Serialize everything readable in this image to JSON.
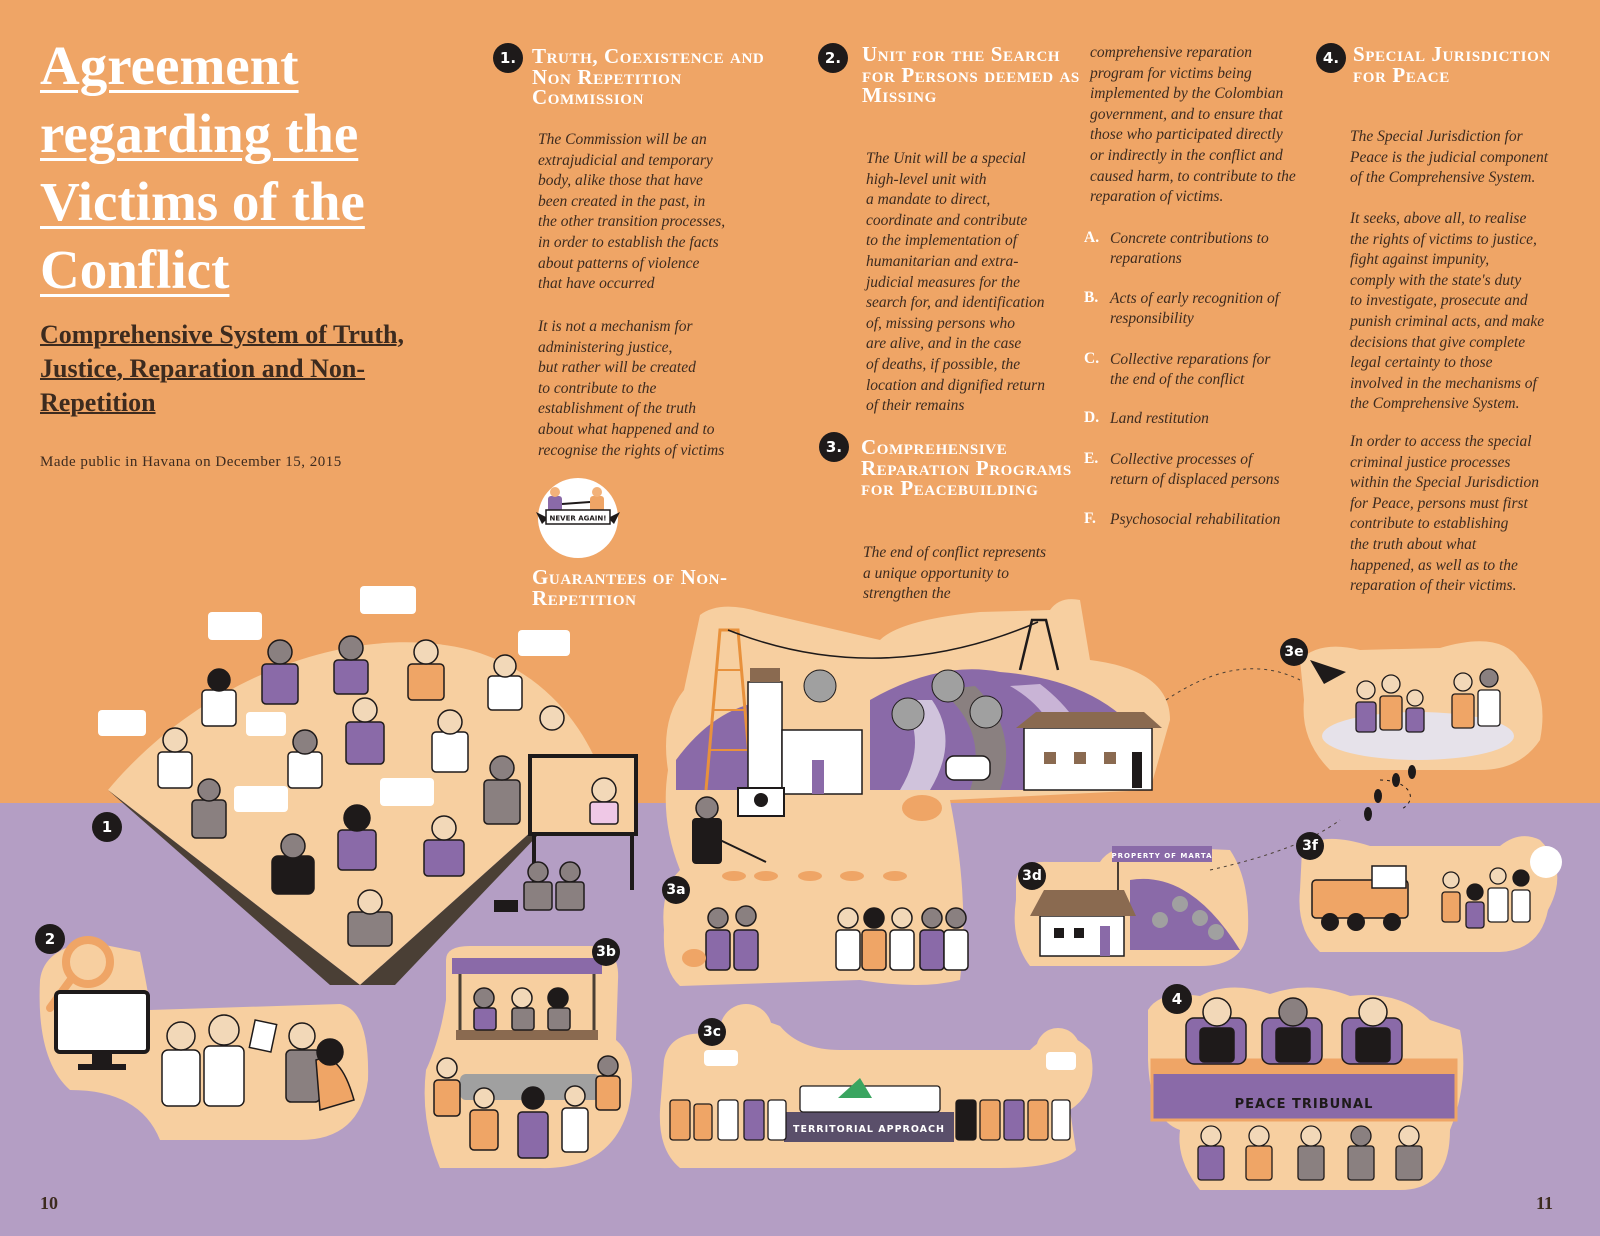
{
  "left_page": {
    "title": "Agreement regarding the Victims of the Conflict",
    "subtitle": "Comprehensive System of Truth, Justice, Reparation and Non-Repetition",
    "made_public": "Made public in Havana on December 15, 2015",
    "page_number": "10"
  },
  "sections": [
    {
      "number": "1.",
      "heading": "Truth, Coexistence and Non Repetition Commission",
      "paragraphs": [
        "The Commission will be an\nextrajudicial and temporary\nbody, alike those that have\nbeen created in the past, in\nthe other transition processes,\nin order to establish the facts\nabout patterns of violence\nthat have occurred",
        "It is not a mechanism for\nadministering justice,\nbut rather will be created\nto contribute to the\nestablishment of the truth\nabout what happened and to\nrecognise the rights of victims"
      ]
    },
    {
      "number": "2.",
      "heading": "Unit for the Search for Persons deemed as Missing",
      "paragraphs": [
        "The Unit will be a special\nhigh-level unit with\na mandate to direct,\ncoordinate and contribute\nto the implementation of\nhumanitarian and extra-\njudicial measures for the\nsearch for, and identification\nof, missing persons who\nare alive, and in the case\nof deaths, if possible, the\nlocation and dignified return\nof their remains"
      ]
    },
    {
      "number": "3.",
      "heading": "Comprehensive Reparation Programs for Peacebuilding",
      "paragraphs": [
        "The end of conflict represents\na unique opportunity to\nstrengthen the",
        "comprehensive reparation\nprogram for victims being\nimplemented by the Colombian\ngovernment, and to ensure that\nthose who participated directly\nor indirectly in the conflict and\ncaused harm, to contribute to the\nreparation of victims."
      ],
      "list": [
        {
          "letter": "A.",
          "text": "Concrete contributions to\nreparations"
        },
        {
          "letter": "B.",
          "text": "Acts of early recognition of\nresponsibility"
        },
        {
          "letter": "C.",
          "text": "Collective reparations for\nthe end of the conflict"
        },
        {
          "letter": "D.",
          "text": "Land restitution"
        },
        {
          "letter": "E.",
          "text": "Collective processes of\nreturn of displaced persons"
        },
        {
          "letter": "F.",
          "text": "Psychosocial rehabilitation"
        }
      ]
    },
    {
      "number": "4.",
      "heading": "Special Jurisdiction for Peace",
      "paragraphs": [
        "The Special Jurisdiction for\nPeace is the judicial component\nof the Comprehensive System.",
        "It seeks, above all, to realise\nthe rights of victims to justice,\nfight against impunity,\ncomply with the state's duty\nto investigate, prosecute and\npunish criminal acts, and make\ndecisions that give complete\nlegal certainty to those\ninvolved in the mechanisms of\nthe Comprehensive System.",
        "In order to access the special\ncriminal justice processes\nwithin the Special Jurisdiction\nfor Peace, persons must first\ncontribute to establishing\nthe truth about what\nhappened, as well as to the\nreparation of their victims."
      ]
    }
  ],
  "guarantees": {
    "heading": "Guarantees of Non-Repetition",
    "badge_text": "NEVER AGAIN!"
  },
  "illustration_labels": {
    "markers": [
      "1",
      "2",
      "3a",
      "3b",
      "3c",
      "3d",
      "3e",
      "3f",
      "4"
    ],
    "property_sign": "PROPERTY OF MARTA",
    "territorial_sign": "TERRITORIAL APPROACH",
    "tribunal_sign": "PEACE TRIBUNAL"
  },
  "right_page": {
    "page_number": "11"
  },
  "colors": {
    "background_orange": "#efa566",
    "background_purple": "#b49ec4",
    "cream": "#f7cfa0",
    "dark": "#1e1a1a",
    "accent_purple": "#8a6aa8"
  }
}
